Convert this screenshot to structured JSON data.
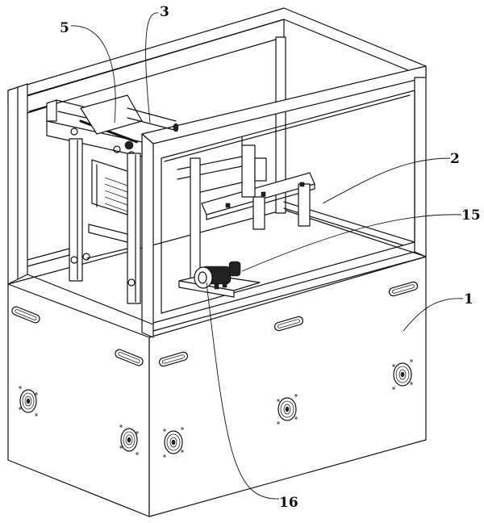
{
  "figure": {
    "type": "patent-line-drawing",
    "labels": [
      {
        "id": "label-5",
        "text": "5",
        "part": "gear-rack-lift-unit"
      },
      {
        "id": "label-3",
        "text": "3",
        "part": "lift-frame"
      },
      {
        "id": "label-2",
        "text": "2",
        "part": "rail-table"
      },
      {
        "id": "label-15",
        "text": "15",
        "part": "motor-platform"
      },
      {
        "id": "label-1",
        "text": "1",
        "part": "base-cabinet"
      },
      {
        "id": "label-16",
        "text": "16",
        "part": "drive-motor"
      }
    ],
    "components": {
      "handles": 5,
      "fans": 5
    },
    "colors": {
      "line": "#111111",
      "background": "#ffffff"
    }
  }
}
